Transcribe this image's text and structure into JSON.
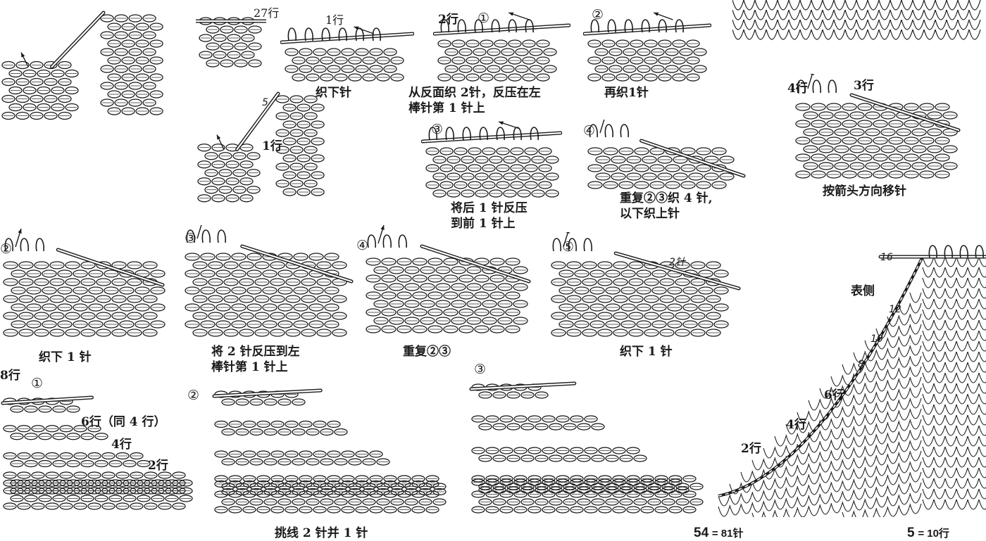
{
  "colors": {
    "ink": "#1a1a1a",
    "paper": "#ffffff"
  },
  "row1": {
    "r27": "27行",
    "r1": "1行",
    "knit_down": "织下针",
    "r5": "5",
    "r1b": "1行",
    "row2_label": "2行",
    "step1_mark": "①",
    "caption_a1": "从反面织 2针，反压在左",
    "caption_a2": "棒针第 1 针上",
    "step2_mark": "②",
    "caption_b": "再织1针",
    "step3_mark": "③",
    "caption_c1": "将后 1 针反压",
    "caption_c2": "到前 1 针上",
    "step4_mark": "④",
    "caption_d1": "重复②③织 4 针,",
    "caption_d2": "以下织上针",
    "r4": "4行",
    "r3": "3行",
    "caption_e": "按箭头方向移针"
  },
  "row2": {
    "s2": "②",
    "cap1": "织下 1 针",
    "s3": "③",
    "cap2a": "将 2 针反压到左",
    "cap2b": "棒针第 1 针上",
    "s4": "④",
    "cap3": "重复②③",
    "s5": "⑤",
    "note2": "2针",
    "cap4": "织下 1 针"
  },
  "row3": {
    "r8": "8行",
    "s1": "①",
    "r6": "6行（同 4 行）",
    "r4": "4行",
    "r2": "2行",
    "s2": "②",
    "cap": "挑线 2 针并 1 针",
    "s3": "③"
  },
  "right": {
    "side": "表侧",
    "n16": "16",
    "n12": "12",
    "n10": "10",
    "n8": "8",
    "r6": "6行",
    "r4": "4行",
    "r2": "2行",
    "f1_big": "54",
    "f1_rest": "= 81针",
    "f2_big": "5",
    "f2_rest": "= 10行"
  }
}
